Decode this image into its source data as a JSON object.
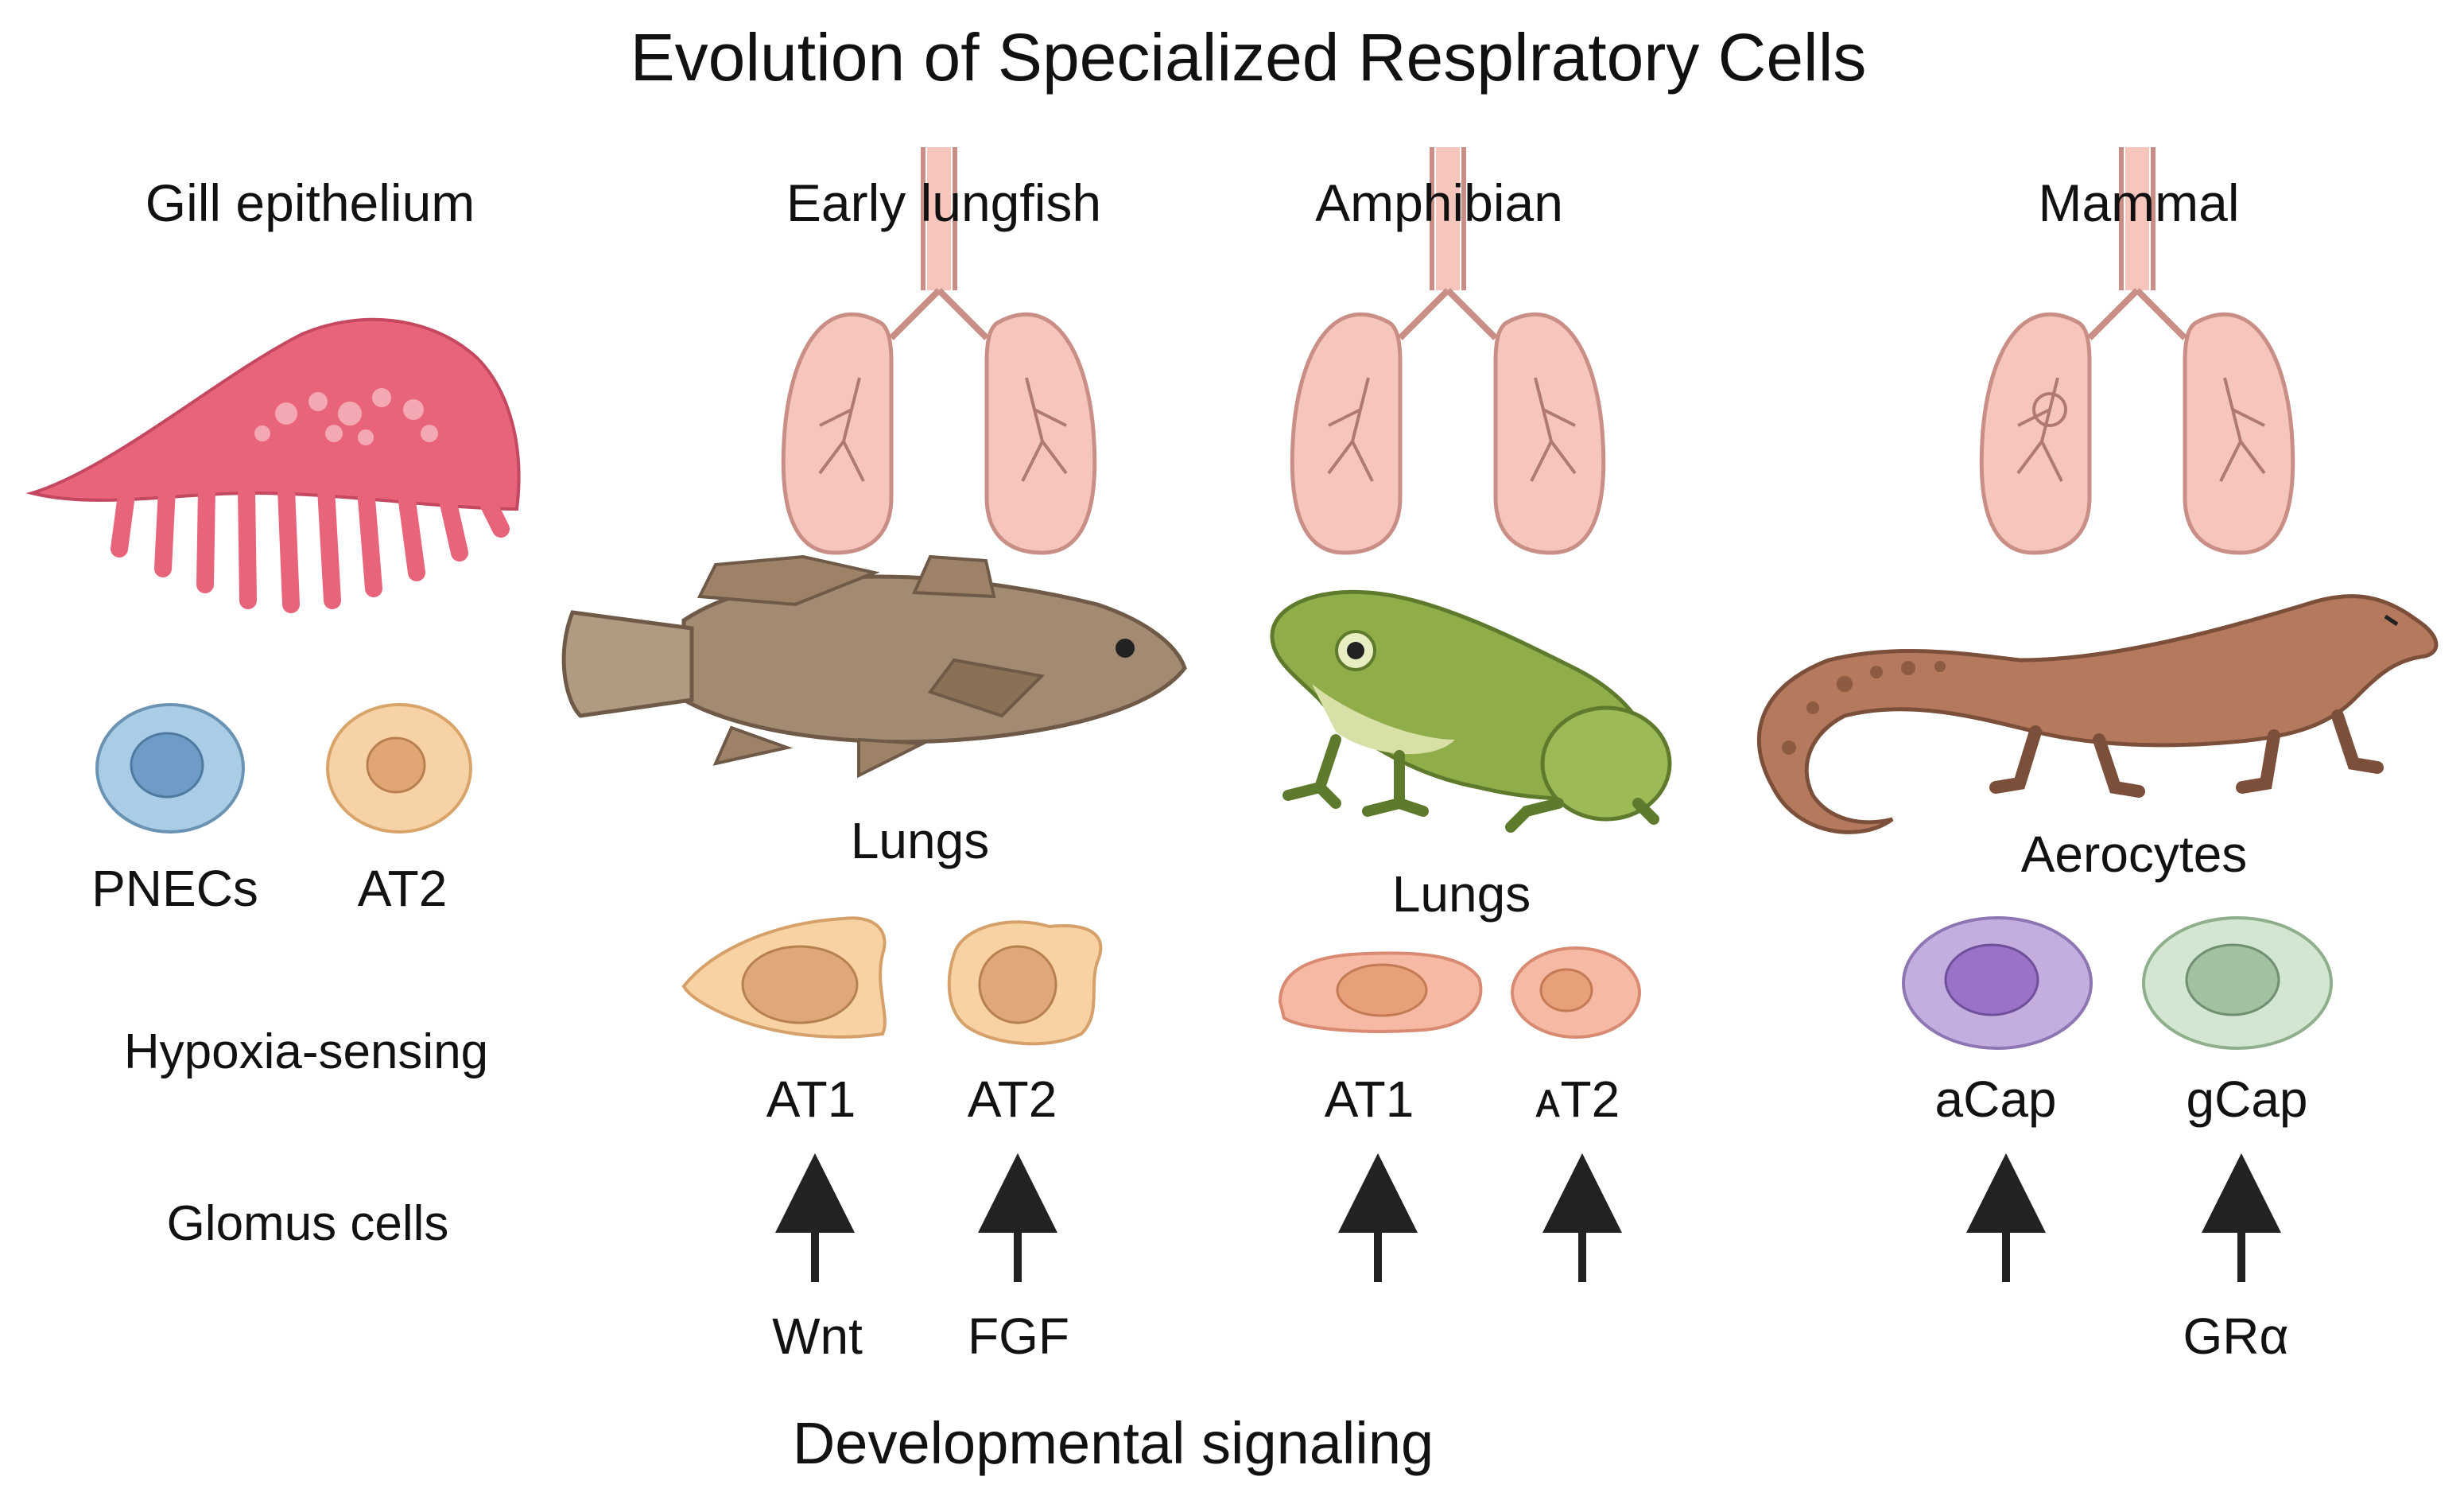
{
  "title": "Evolution of Specialized Resplratory Cells",
  "columns": [
    {
      "title": "Gill epithelium",
      "organism_icon": "gill-icon",
      "cells": [
        "PNECs",
        "AT2"
      ]
    },
    {
      "title": "Early lungfish",
      "organism_icon": "lungfish-icon",
      "organ_label": "Lungs",
      "cells": [
        "AT1",
        "AT2"
      ],
      "signals": [
        "Wnt",
        "FGF"
      ]
    },
    {
      "title": "Amphibian",
      "organism_icon": "frog-icon",
      "organ_label": "Lungs",
      "cells": [
        "AT1",
        "ᴀT2"
      ]
    },
    {
      "title": "Mammal",
      "organism_icon": "mammal-icon",
      "organ_label": "Aerocytes",
      "cells": [
        "aCap",
        "gCap"
      ],
      "signals": [
        "GRα"
      ]
    }
  ],
  "side_labels": {
    "hypoxia": "Hypoxia-sensing",
    "glomus": "Glomus cells"
  },
  "footer": "Developmental signaling",
  "colors": {
    "gill": "#e8647a",
    "lung": "#f6c6bd",
    "lung_stroke": "#c98f86",
    "fish": "#a38a72",
    "frog": "#8fae4a",
    "mammal": "#b57a5e",
    "pnec": "#a9cde6",
    "at2_gill": "#f6d2a6",
    "at_lungfish": "#f8d2a3",
    "at_amphibian": "#f6b9a3",
    "acap": "#c4aee0",
    "gcap": "#d3e6d2",
    "arrow": "#222222"
  }
}
